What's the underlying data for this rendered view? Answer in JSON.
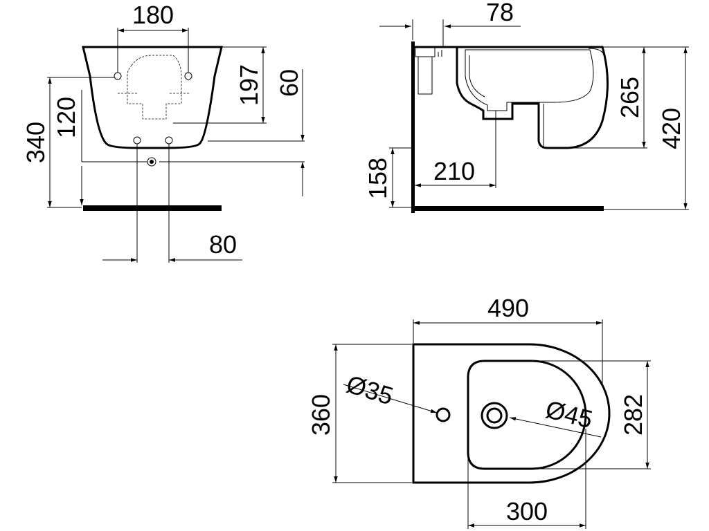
{
  "front_view": {
    "dim_width_holes": "180",
    "dim_height_197": "197",
    "dim_height_60": "60",
    "dim_height_340": "340",
    "dim_height_120": "120",
    "dim_bottom_80": "80"
  },
  "side_view": {
    "dim_top_78": "78",
    "dim_height_265": "265",
    "dim_height_420": "420",
    "dim_height_158": "158",
    "dim_depth_210": "210"
  },
  "top_view": {
    "dim_width_490": "490",
    "dim_depth_360": "360",
    "dim_hole_35": "Ø35",
    "dim_drain_45": "Ø45",
    "dim_bowl_282": "282",
    "dim_bowl_300": "300"
  }
}
